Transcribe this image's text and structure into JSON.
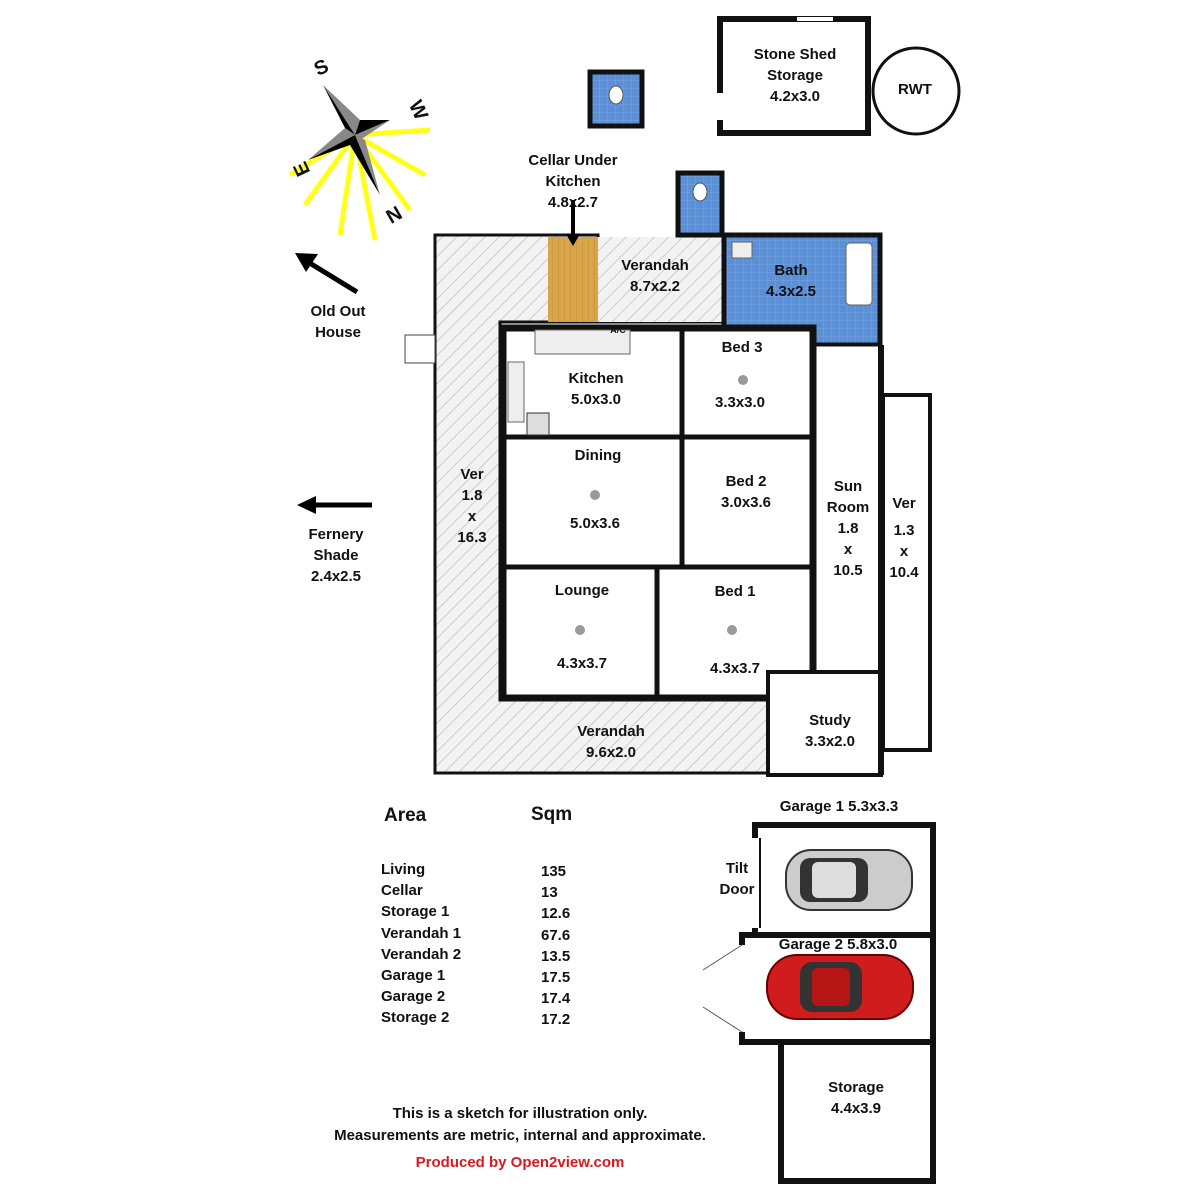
{
  "compass": {
    "north": "N",
    "south": "S",
    "east": "E",
    "west": "W"
  },
  "rooms": {
    "stone_shed": {
      "name": "Stone Shed",
      "sub": "Storage",
      "size": "4.2x3.0"
    },
    "rwt": {
      "name": "RWT"
    },
    "cellar": {
      "name": "Cellar Under",
      "sub": "Kitchen",
      "size": "4.8x2.7"
    },
    "verandah_top": {
      "name": "Verandah",
      "size": "8.7x2.2"
    },
    "bath": {
      "name": "Bath",
      "size": "4.3x2.5"
    },
    "old_out_house": {
      "name": "Old Out",
      "sub": "House"
    },
    "kitchen": {
      "name": "Kitchen",
      "size": "5.0x3.0"
    },
    "ac": {
      "name": "A/C"
    },
    "bed3": {
      "name": "Bed 3",
      "size": "3.3x3.0"
    },
    "dining": {
      "name": "Dining",
      "size": "5.0x3.6"
    },
    "bed2": {
      "name": "Bed 2",
      "size": "3.0x3.6"
    },
    "ver_left": {
      "name": "Ver",
      "a": "1.8",
      "x": "x",
      "b": "16.3"
    },
    "sun_room": {
      "name": "Sun",
      "sub": "Room",
      "a": "1.8",
      "x": "x",
      "b": "10.5"
    },
    "ver_right": {
      "name": "Ver",
      "a": "1.3",
      "x": "x",
      "b": "10.4"
    },
    "fernery": {
      "name": "Fernery",
      "sub": "Shade",
      "size": "2.4x2.5"
    },
    "lounge": {
      "name": "Lounge",
      "size": "4.3x3.7"
    },
    "bed1": {
      "name": "Bed 1",
      "size": "4.3x3.7"
    },
    "verandah_bottom": {
      "name": "Verandah",
      "size": "9.6x2.0"
    },
    "study": {
      "name": "Study",
      "size": "3.3x2.0"
    },
    "garage1": {
      "name": "Garage 1 5.3x3.3"
    },
    "tilt_door": {
      "name": "Tilt",
      "sub": "Door"
    },
    "garage2": {
      "name": "Garage 2 5.8x3.0"
    },
    "storage2": {
      "name": "Storage",
      "size": "4.4x3.9"
    }
  },
  "area_table": {
    "headers": [
      "Area",
      "Sqm"
    ],
    "rows": [
      {
        "area": "Living",
        "sqm": "135"
      },
      {
        "area": "Cellar",
        "sqm": "13"
      },
      {
        "area": "Storage 1",
        "sqm": "12.6"
      },
      {
        "area": "Verandah 1",
        "sqm": "67.6"
      },
      {
        "area": "Verandah 2",
        "sqm": "13.5"
      },
      {
        "area": "Garage 1",
        "sqm": "17.5"
      },
      {
        "area": "Garage 2",
        "sqm": "17.4"
      },
      {
        "area": "Storage 2",
        "sqm": "17.2"
      }
    ]
  },
  "footer": {
    "line1": "This is a sketch for illustration only.",
    "line2": "Measurements are metric, internal and approximate.",
    "credit": "Produced by Open2view.com"
  },
  "colors": {
    "wall": "#111111",
    "tile": "#5b8fd6",
    "wood": "#d9a54a",
    "hatch": "#bbbbbb",
    "credit": "#d71920",
    "sun": "#ffff00"
  }
}
